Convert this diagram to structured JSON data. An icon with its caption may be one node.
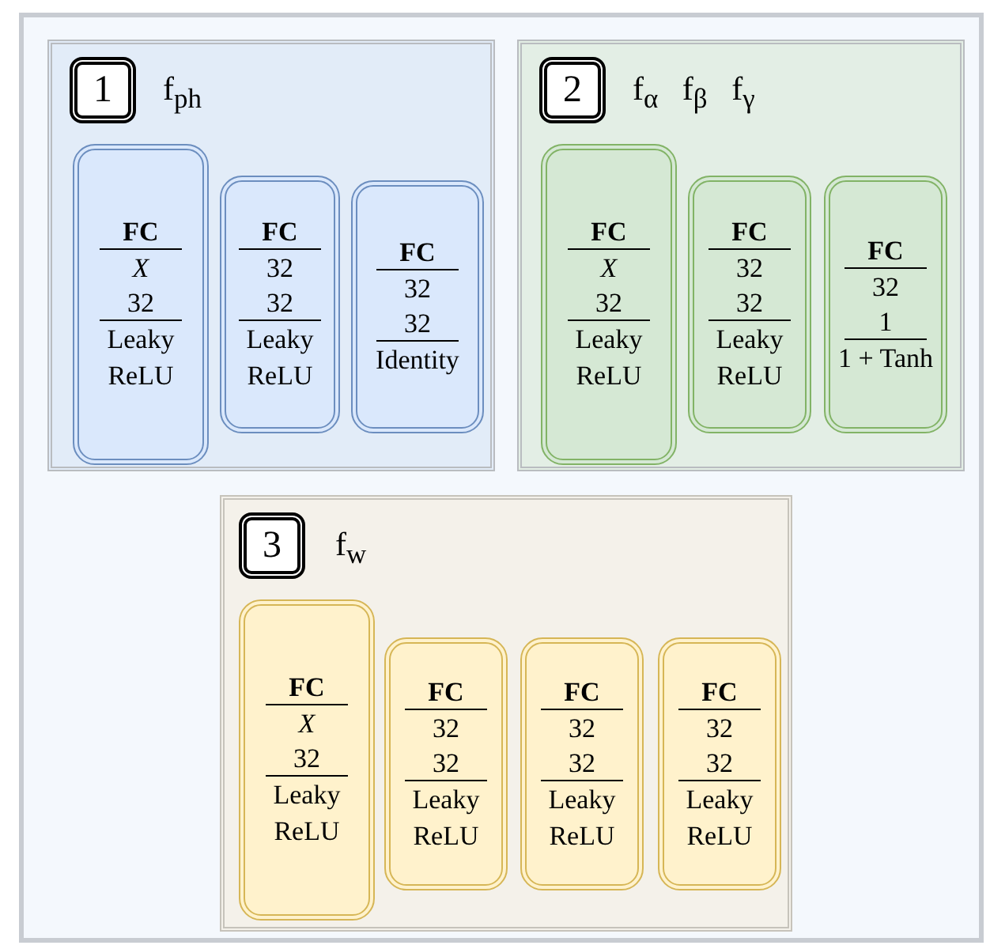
{
  "diagram": {
    "nodes": [
      {
        "text": [],
        "shape": "box"
      },
      {
        "text": [
          "f$_{ph}$"
        ],
        "in": 0
      },
      {
        "text": [
          "1"
        ],
        "in": 1
      },
      {
        "text": [
          "FC",
          "X",
          "32",
          "Leaky ReLU"
        ],
        "in": 1
      },
      {
        "text": [
          "FC",
          "32",
          "32",
          "Leaky ReLU"
        ],
        "in": 1
      },
      {
        "text": [
          "FC",
          "32",
          "32",
          "Identity"
        ],
        "in": 1
      },
      {
        "text": [
          "f$_{α}$ f$_{β}$ f$_{γ}$"
        ],
        "in": 0
      },
      {
        "text": [
          "2"
        ],
        "in": 6
      },
      {
        "text": [
          "FC",
          "X",
          "32",
          "Leaky ReLU"
        ],
        "in": 6
      },
      {
        "text": [
          "FC",
          "32",
          "32",
          "Leaky ReLU"
        ],
        "in": 6
      },
      {
        "text": [
          "FC",
          "32",
          "1",
          "1 + Tanh"
        ],
        "in": 6
      },
      {
        "text": [
          "f$_{w}$"
        ],
        "in": 0
      },
      {
        "text": [
          "3"
        ],
        "in": 11
      },
      {
        "text": [
          "FC",
          "X",
          "32",
          "Leaky ReLU"
        ],
        "in": 11
      },
      {
        "text": [
          "FC",
          "32",
          "32",
          "Leaky ReLU"
        ],
        "in": 11
      },
      {
        "text": [
          "FC",
          "32",
          "32",
          "Leaky ReLU"
        ],
        "in": 11
      },
      {
        "text": [
          "FC",
          "32",
          "32",
          "Leaky ReLU"
        ],
        "in": 11
      }
    ]
  }
}
